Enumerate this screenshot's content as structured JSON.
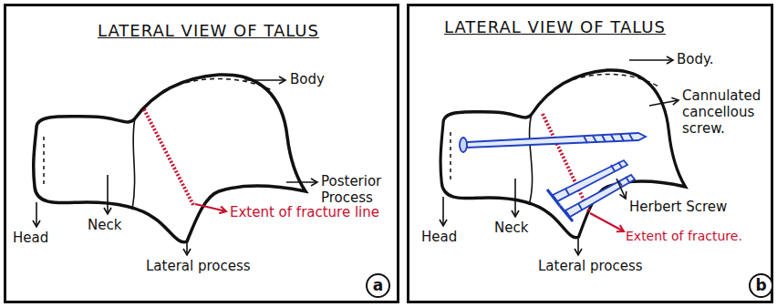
{
  "diagram": {
    "nodes": [
      {
        "text": [
          "LATERAL VIEW OF TALUS"
        ]
      },
      {
        "text": [
          "a"
        ],
        "in": 0
      },
      {
        "text": [
          "LATERAL VIEW OF TALUS"
        ]
      },
      {
        "text": [
          "b"
        ],
        "in": 2
      }
    ],
    "labels": [
      "Body",
      "Posterior Process",
      "Head",
      "Neck",
      "Lateral process",
      "Extent of fracture line",
      "Body.",
      "Cannulated cancellous screw.",
      "Head",
      "Neck",
      "Lateral process",
      "Herbert Screw",
      "Extent of fracture."
    ]
  }
}
